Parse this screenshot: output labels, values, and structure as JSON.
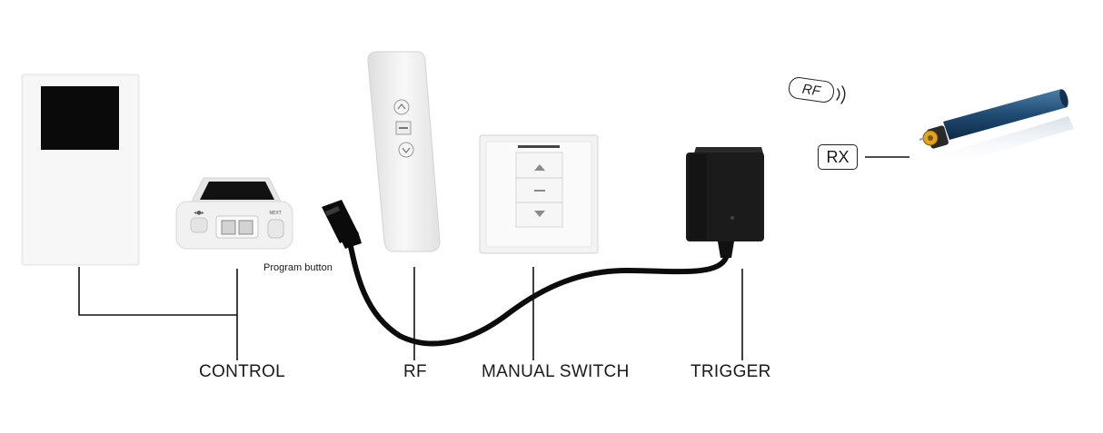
{
  "labels": {
    "control": "CONTROL",
    "rf": "RF",
    "manual_switch": "MANUAL SWITCH",
    "trigger": "TRIGGER",
    "program_button": "Program button",
    "rx": "RX",
    "rf_tag": "RF"
  }
}
